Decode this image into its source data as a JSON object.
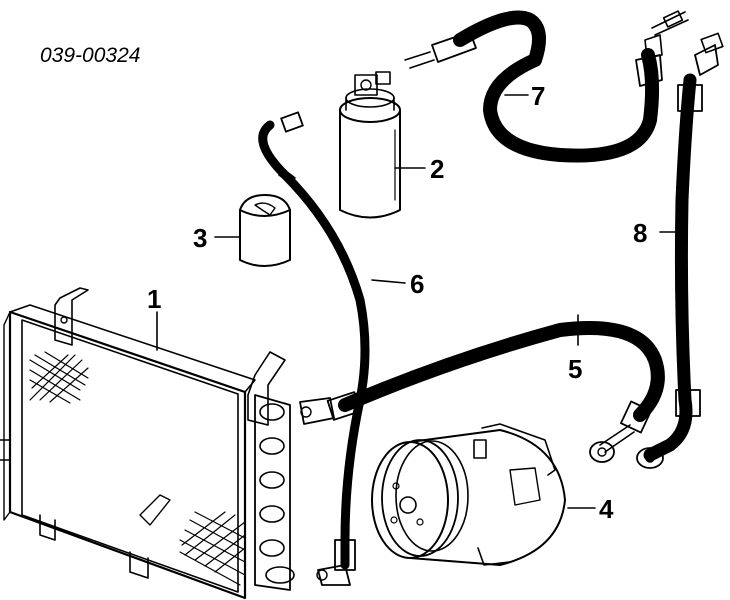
{
  "diagram_code": "039-00324",
  "callouts": [
    {
      "id": "1",
      "name": "condenser"
    },
    {
      "id": "2",
      "name": "receiver-drier"
    },
    {
      "id": "3",
      "name": "insulator"
    },
    {
      "id": "4",
      "name": "compressor"
    },
    {
      "id": "5",
      "name": "discharge-hose"
    },
    {
      "id": "6",
      "name": "liquid-line"
    },
    {
      "id": "7",
      "name": "suction-hose"
    },
    {
      "id": "8",
      "name": "pressure-line"
    }
  ]
}
